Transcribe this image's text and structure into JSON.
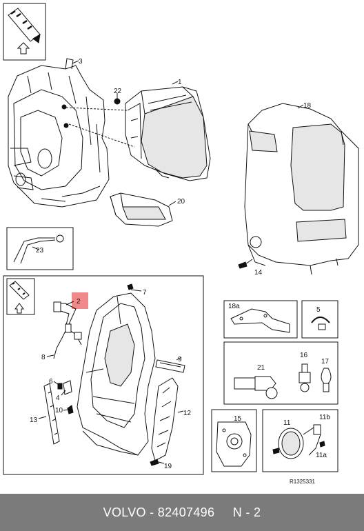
{
  "diagram": {
    "callouts": {
      "c1": "1",
      "c2": "2",
      "c3": "3",
      "c4": "4",
      "c5": "5",
      "c6": "6",
      "c7": "7",
      "c8": "8",
      "c9": "9",
      "c10": "10",
      "c11": "11",
      "c11a": "11a",
      "c11b": "11b",
      "c12": "12",
      "c13": "13",
      "c14": "14",
      "c15": "15",
      "c16": "16",
      "c17": "17",
      "c18": "18",
      "c18a": "18a",
      "c19": "19",
      "c20": "20",
      "c21": "21",
      "c22": "22",
      "c23": "23"
    },
    "reference": "R1325331",
    "highlight_color": "#f08a8a"
  },
  "footer": {
    "brand": "VOLVO",
    "part_number": "82407496",
    "position": "N - 2"
  }
}
